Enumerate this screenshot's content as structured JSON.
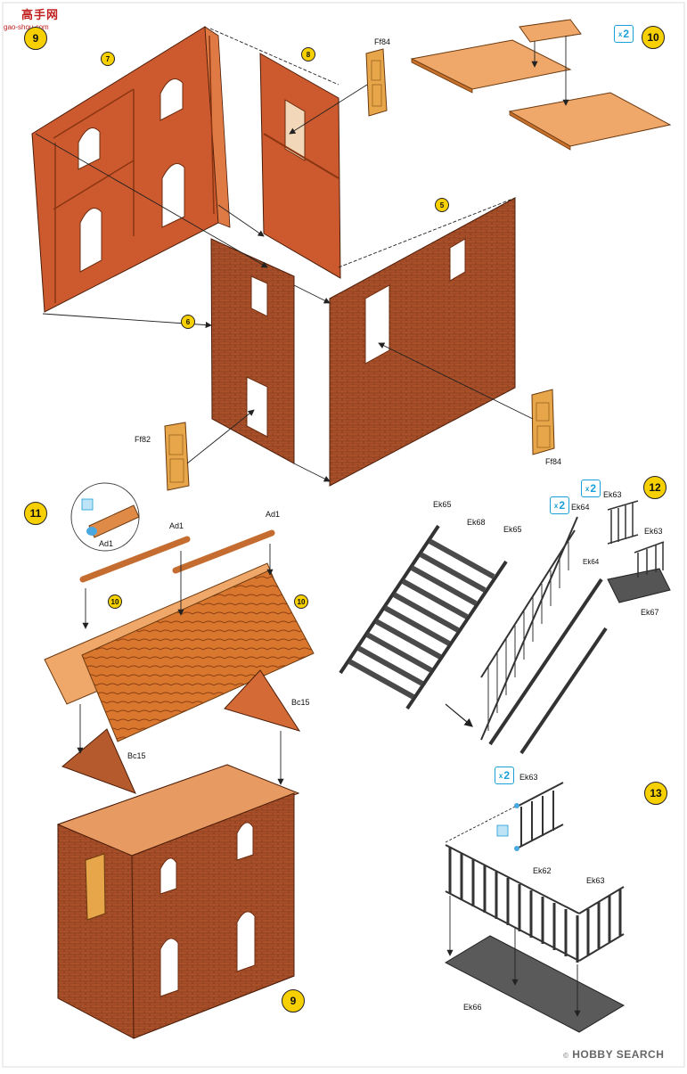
{
  "logo": {
    "text": "高手网",
    "url": "gao-shou.com"
  },
  "watermark": "HOBBY SEARCH",
  "watermark_mark": "©",
  "steps": {
    "s9": {
      "number": "9"
    },
    "s10": {
      "number": "10",
      "multiplier": "2"
    },
    "s11": {
      "number": "11"
    },
    "s12": {
      "number": "12",
      "multiplier_a": "2",
      "multiplier_b": "2"
    },
    "s13": {
      "number": "13",
      "multiplier": "2"
    },
    "s9_bottom": {
      "number": "9"
    }
  },
  "parts": {
    "p7": "7",
    "p8": "8",
    "p5": "5",
    "p6": "6",
    "p10a": "10",
    "p10b": "10"
  },
  "labels": {
    "ff84_top": "Ff84",
    "ff84_bottom": "Ff84",
    "ff82": "Ff82",
    "ad1_a": "Ad1",
    "ad1_b": "Ad1",
    "ad1_c": "Ad1",
    "bc15_a": "Bc15",
    "bc15_b": "Bc15",
    "ek65_a": "Ek65",
    "ek68": "Ek68",
    "ek65_b": "Ek65",
    "ek63_a": "Ek63",
    "ek64_a": "Ek64",
    "ek63_b": "Ek63",
    "ek64_b": "Ek64",
    "ek67": "Ek67",
    "ek63_c": "Ek63",
    "ek62": "Ek62",
    "ek63_d": "Ek63",
    "ek66": "Ek66"
  },
  "multiplier_prefix": "x"
}
